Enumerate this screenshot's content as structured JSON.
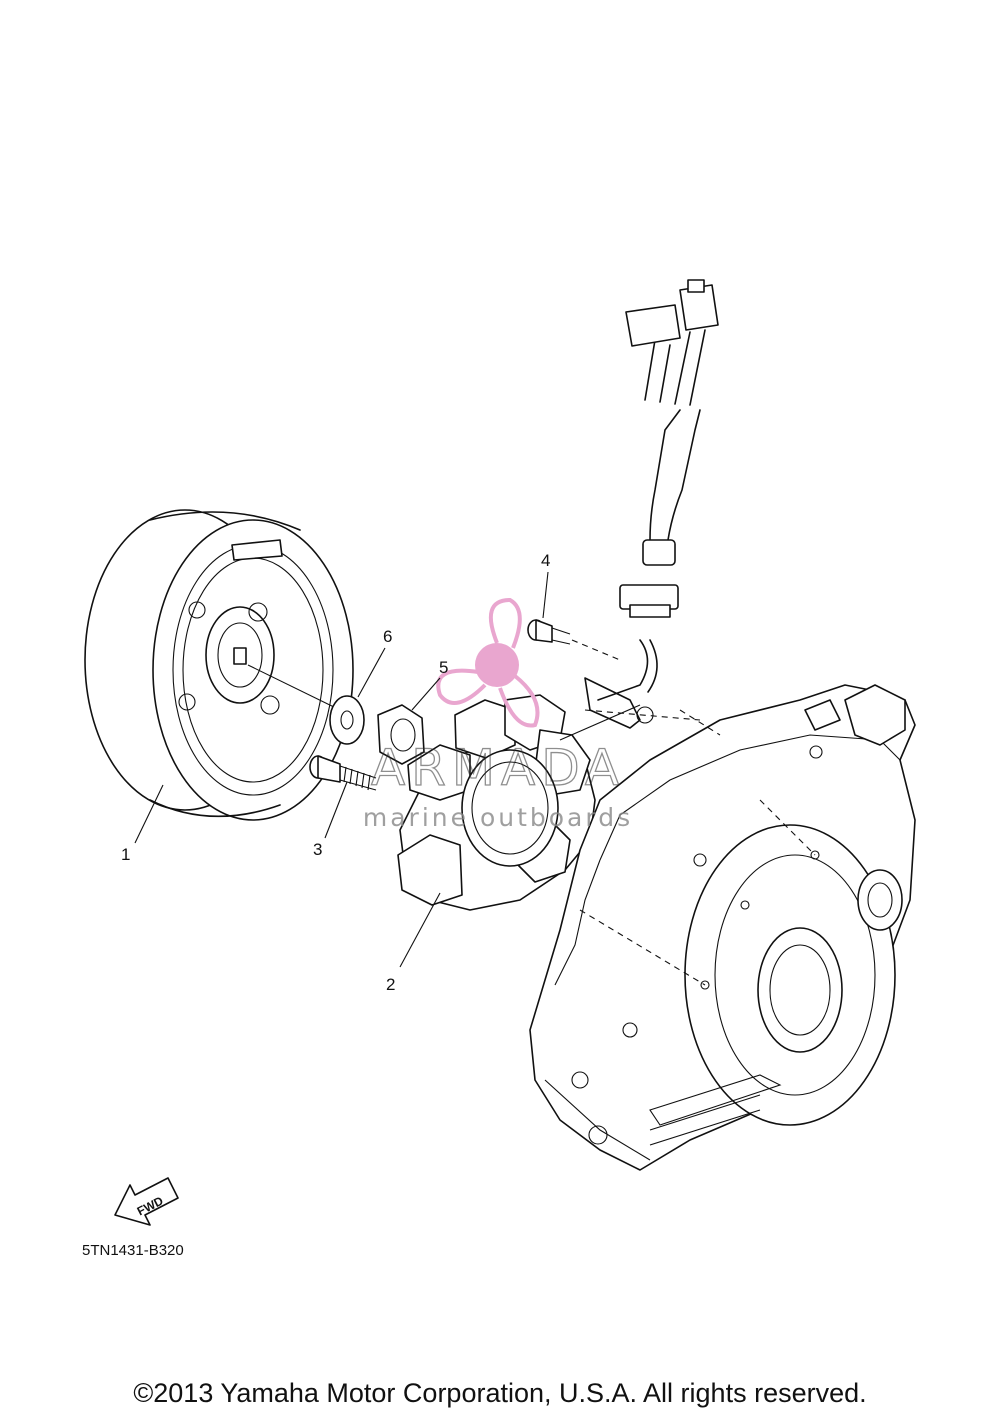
{
  "callouts": {
    "c1": "1",
    "c2": "2",
    "c3": "3",
    "c4": "4",
    "c5": "5",
    "c6": "6"
  },
  "fwd_label": "FWD",
  "diagram_code": "5TN1431-B320",
  "watermark": {
    "brand": "ARMADA",
    "tagline": "marine outboards",
    "accent_color": "#e9a6cf"
  },
  "copyright": "©2013 Yamaha Motor Corporation, U.S.A. All rights reserved."
}
